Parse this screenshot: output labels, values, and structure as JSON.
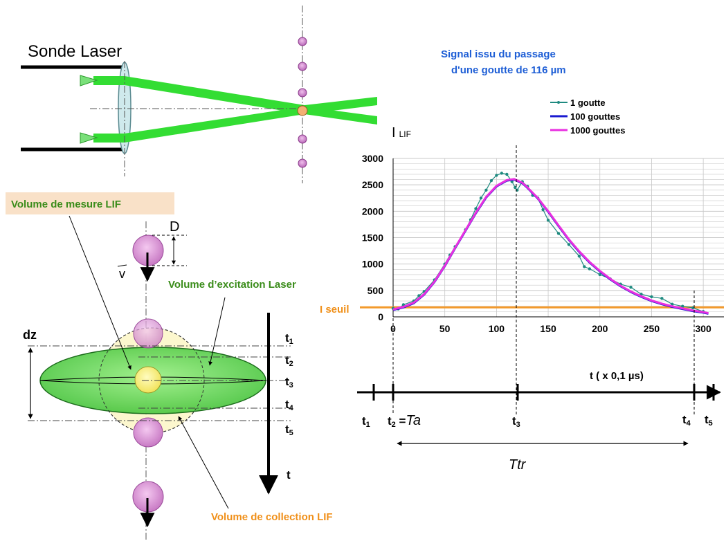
{
  "probe": {
    "label": "Sonde  Laser"
  },
  "chart_title": {
    "line1": "Signal issu du passage",
    "line2": "d'une  goutte de  116 µm"
  },
  "labels": {
    "volume_mesure": "Volume  de mesure LIF",
    "volume_excitation": "Volume d’excitation  Laser",
    "volume_collection": "Volume  de collection LIF",
    "D": "D",
    "v": "v",
    "dz": "dz",
    "t_axis": "t",
    "i_seuil": "I seuil"
  },
  "time_labels": {
    "t1": {
      "base": "t",
      "sub": "1"
    },
    "t2": {
      "base": "t",
      "sub": "2"
    },
    "t3": {
      "base": "t",
      "sub": "3"
    },
    "t4": {
      "base": "t",
      "sub": "4"
    },
    "t5": {
      "base": "t",
      "sub": "5"
    }
  },
  "timeline": {
    "t1": {
      "base": "t",
      "sub": "1"
    },
    "t2": {
      "base": "t",
      "sub": "2",
      "suffix": " =",
      "italic": "Ta"
    },
    "t3": {
      "base": "t",
      "sub": "3"
    },
    "t4": {
      "base": "t",
      "sub": "4"
    },
    "t5": {
      "base": "t",
      "sub": "5"
    },
    "ttr": "Ttr"
  },
  "colors": {
    "laser_green": "#33dd33",
    "title_blue": "#1f5fd6",
    "label_green": "#3a8c1a",
    "label_orange": "#f0901a",
    "series_teal": "#1f8a80",
    "series_blue": "#1a1ad0",
    "series_magenta": "#e82fe0",
    "threshold": "#f39a2c"
  },
  "chart_data": {
    "type": "line",
    "ylabel": {
      "base": "I",
      "sub": "LIF"
    },
    "xlabel": "t ( x 0,1 µs)",
    "xlim": [
      0,
      320
    ],
    "ylim": [
      0,
      3000
    ],
    "xticks": [
      0,
      50,
      100,
      150,
      200,
      250,
      300
    ],
    "yticks": [
      0,
      500,
      1000,
      1500,
      2000,
      2500,
      3000
    ],
    "peak_x": 117,
    "threshold": {
      "label": "I seuil",
      "value": 180
    },
    "grid": true,
    "legend_position": "top-right",
    "series": [
      {
        "name": "1 goutte",
        "x": [
          0,
          5,
          10,
          20,
          25,
          30,
          40,
          50,
          55,
          60,
          70,
          75,
          80,
          85,
          90,
          95,
          100,
          105,
          110,
          115,
          118,
          120,
          125,
          130,
          135,
          140,
          145,
          150,
          160,
          170,
          180,
          185,
          190,
          200,
          210,
          220,
          230,
          240,
          250,
          260,
          270,
          280,
          290,
          300
        ],
        "values": [
          160,
          150,
          230,
          300,
          400,
          480,
          700,
          1000,
          1170,
          1330,
          1650,
          1840,
          2050,
          2250,
          2400,
          2580,
          2680,
          2720,
          2700,
          2560,
          2450,
          2400,
          2560,
          2470,
          2300,
          2250,
          2030,
          1830,
          1580,
          1370,
          1150,
          950,
          910,
          800,
          720,
          620,
          560,
          430,
          380,
          350,
          240,
          200,
          170,
          100
        ]
      },
      {
        "name": "100 gouttes",
        "x": [
          0,
          10,
          20,
          30,
          40,
          50,
          60,
          70,
          80,
          90,
          100,
          110,
          117,
          125,
          130,
          140,
          150,
          160,
          170,
          180,
          190,
          200,
          210,
          220,
          230,
          240,
          250,
          260,
          270,
          280,
          290,
          300,
          305
        ],
        "values": [
          130,
          180,
          260,
          420,
          660,
          960,
          1300,
          1630,
          1960,
          2260,
          2470,
          2580,
          2600,
          2530,
          2440,
          2240,
          1990,
          1720,
          1460,
          1230,
          1030,
          860,
          710,
          580,
          470,
          380,
          300,
          240,
          190,
          150,
          110,
          80,
          60
        ]
      },
      {
        "name": "1000 gouttes",
        "x": [
          0,
          10,
          20,
          30,
          40,
          50,
          60,
          70,
          80,
          90,
          100,
          110,
          117,
          125,
          130,
          140,
          150,
          160,
          170,
          180,
          190,
          200,
          210,
          220,
          230,
          240,
          250,
          260,
          270,
          280,
          290,
          300,
          305
        ],
        "values": [
          140,
          190,
          270,
          430,
          670,
          970,
          1310,
          1640,
          1970,
          2270,
          2480,
          2590,
          2610,
          2540,
          2450,
          2250,
          2000,
          1730,
          1470,
          1240,
          1040,
          870,
          720,
          590,
          480,
          390,
          310,
          250,
          200,
          160,
          120,
          90,
          70
        ]
      }
    ]
  }
}
